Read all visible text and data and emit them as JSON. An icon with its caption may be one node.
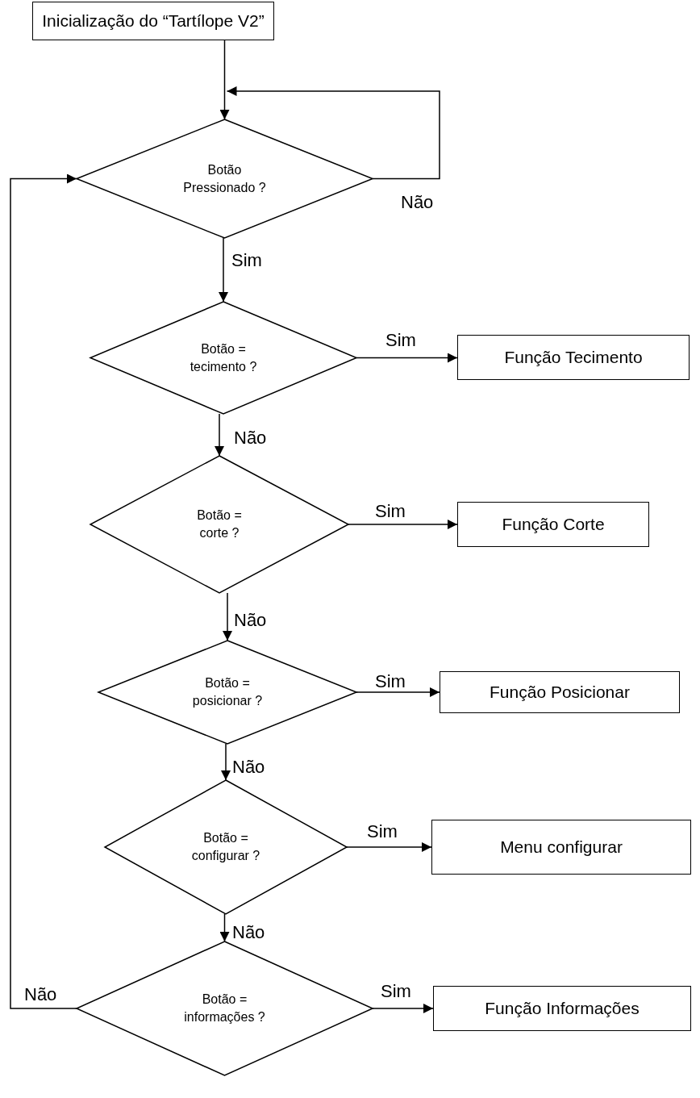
{
  "diagram": {
    "nodes": [
      {
        "text": [
          "Inicialização do “Tartílope V2”"
        ]
      },
      {
        "text": [
          "Botão Pressionado ?"
        ]
      },
      {
        "text": [
          "Botão = tecimento ?"
        ]
      },
      {
        "text": [
          "Função Tecimento"
        ]
      },
      {
        "text": [
          "Botão = corte ?"
        ]
      },
      {
        "text": [
          "Função Corte"
        ]
      },
      {
        "text": [
          "Botão = posicionar ?"
        ]
      },
      {
        "text": [
          "Função Posicionar"
        ]
      },
      {
        "text": [
          "Botão = configurar ?"
        ]
      },
      {
        "text": [
          "Menu configurar"
        ]
      },
      {
        "text": [
          "Botão = informações ?"
        ]
      },
      {
        "text": [
          "Função Informações"
        ]
      }
    ],
    "edges": [
      {
        "from": 0,
        "to": 1,
        "arrow": "to"
      },
      {
        "from": 1,
        "to": 1,
        "arrow": "to",
        "label": "Não"
      },
      {
        "from": 1,
        "to": 2,
        "arrow": "to",
        "label": "Sim"
      },
      {
        "from": 2,
        "to": 3,
        "arrow": "to",
        "label": "Sim"
      },
      {
        "from": 2,
        "to": 4,
        "arrow": "to",
        "label": "Não"
      },
      {
        "from": 4,
        "to": 5,
        "arrow": "to",
        "label": "Sim"
      },
      {
        "from": 4,
        "to": 6,
        "arrow": "to",
        "label": "Não"
      },
      {
        "from": 6,
        "to": 7,
        "arrow": "to",
        "label": "Sim"
      },
      {
        "from": 6,
        "to": 8,
        "arrow": "to",
        "label": "Não"
      },
      {
        "from": 8,
        "to": 9,
        "arrow": "to",
        "label": "Sim"
      },
      {
        "from": 8,
        "to": 10,
        "arrow": "to",
        "label": "Não"
      },
      {
        "from": 10,
        "to": 11,
        "arrow": "to",
        "label": "Sim"
      },
      {
        "from": 10,
        "to": 1,
        "arrow": "to",
        "label": "Não"
      }
    ]
  }
}
